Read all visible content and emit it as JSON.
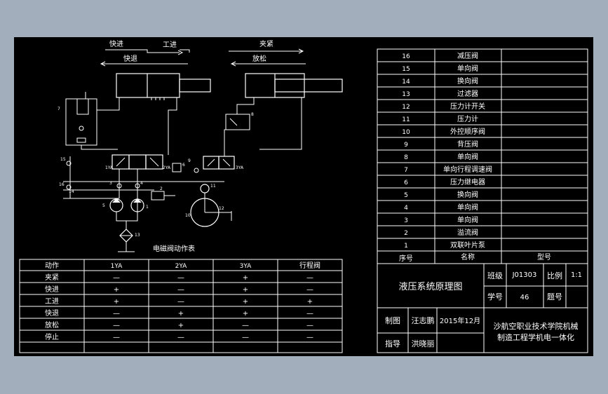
{
  "diagram": {
    "labels": {
      "fast_forward": "快进",
      "work_feed": "工进",
      "fast_return": "快退",
      "clamp": "夹紧",
      "release": "放松",
      "table_title": "电磁阀动作表"
    },
    "numbers": {
      "n1": "1",
      "n2": "2",
      "n3": "3",
      "n4": "4",
      "n5": "5",
      "n6": "6",
      "n7": "7",
      "n8": "8",
      "n9": "9",
      "n10": "10",
      "n11": "11",
      "n12": "12",
      "n13": "13",
      "n14": "14",
      "n15": "15",
      "n16": "16"
    },
    "valve_tags": {
      "ya1": "1YA",
      "ya2": "2YA",
      "ya3": "3YA"
    }
  },
  "action_table": {
    "headers": [
      "动作",
      "1YA",
      "2YA",
      "3YA",
      "行程阀"
    ],
    "rows": [
      [
        "夹紧",
        "—",
        "—",
        "+",
        "—"
      ],
      [
        "快进",
        "+",
        "—",
        "+",
        "—"
      ],
      [
        "工进",
        "+",
        "—",
        "+",
        "+"
      ],
      [
        "快退",
        "—",
        "+",
        "+",
        "—"
      ],
      [
        "放松",
        "—",
        "+",
        "—",
        "—"
      ],
      [
        "停止",
        "—",
        "—",
        "—",
        "—"
      ]
    ]
  },
  "parts_list": {
    "rows": [
      [
        "16",
        "减压阀"
      ],
      [
        "15",
        "单向阀"
      ],
      [
        "14",
        "换向阀"
      ],
      [
        "13",
        "过滤器"
      ],
      [
        "12",
        "压力计开关"
      ],
      [
        "11",
        "压力计"
      ],
      [
        "10",
        "外控顺序阀"
      ],
      [
        "9",
        "背压阀"
      ],
      [
        "8",
        "单向阀"
      ],
      [
        "7",
        "单向行程调速阀"
      ],
      [
        "6",
        "压力继电器"
      ],
      [
        "5",
        "换向阀"
      ],
      [
        "4",
        "单向阀"
      ],
      [
        "3",
        "单向阀"
      ],
      [
        "2",
        "溢流阀"
      ],
      [
        "1",
        "双联叶片泵"
      ]
    ],
    "header": {
      "no": "序号",
      "name": "名称",
      "model": "型号"
    }
  },
  "title_block": {
    "drawing_title": "液压系统原理图",
    "class_label": "班级",
    "class_value": "J01303",
    "scale_label": "比例",
    "scale_value": "1:1",
    "student_no_label": "学号",
    "student_no_value": "46",
    "topic_no_label": "题号",
    "drawn_label": "制图",
    "drawn_name": "汪志鹏",
    "date": "2015年12月",
    "guide_label": "指导",
    "guide_name": "洪晓丽",
    "school_line1": "沙航空职业技术学院机械",
    "school_line2": "制造工程学机电一体化"
  }
}
